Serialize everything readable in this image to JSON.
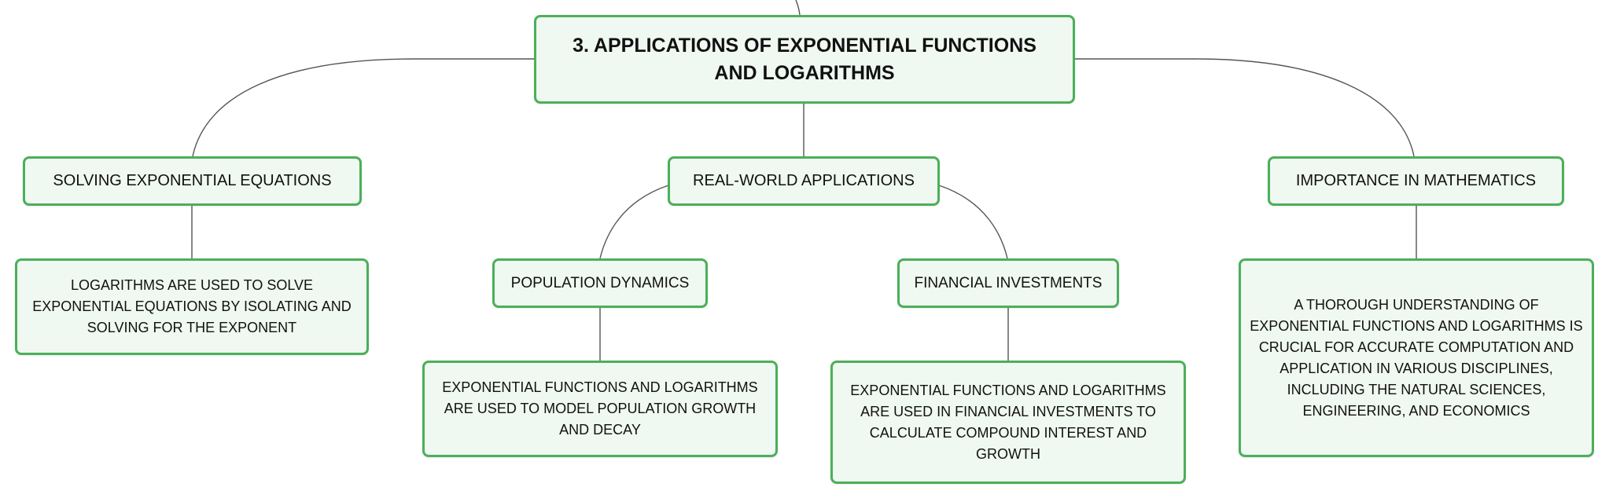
{
  "diagram": {
    "root": {
      "title": "3. APPLICATIONS OF EXPONENTIAL FUNCTIONS AND LOGARITHMS"
    },
    "branches": [
      {
        "label": "SOLVING EXPONENTIAL EQUATIONS",
        "detail": "LOGARITHMS ARE USED TO SOLVE EXPONENTIAL EQUATIONS BY ISOLATING AND SOLVING FOR THE EXPONENT"
      },
      {
        "label": "REAL-WORLD APPLICATIONS",
        "children": [
          {
            "label": "POPULATION DYNAMICS",
            "detail": "EXPONENTIAL FUNCTIONS AND LOGARITHMS ARE USED TO MODEL POPULATION GROWTH AND DECAY"
          },
          {
            "label": "FINANCIAL INVESTMENTS",
            "detail": "EXPONENTIAL FUNCTIONS AND LOGARITHMS ARE USED IN FINANCIAL INVESTMENTS TO CALCULATE COMPOUND INTEREST AND GROWTH"
          }
        ]
      },
      {
        "label": "IMPORTANCE IN MATHEMATICS",
        "detail": "A THOROUGH UNDERSTANDING OF EXPONENTIAL FUNCTIONS AND LOGARITHMS IS CRUCIAL FOR ACCURATE COMPUTATION AND APPLICATION IN VARIOUS DISCIPLINES, INCLUDING THE NATURAL SCIENCES, ENGINEERING, AND ECONOMICS"
      }
    ]
  },
  "colors": {
    "node_border": "#4caf5a",
    "node_fill": "#eff8f1",
    "connector": "#555555"
  }
}
